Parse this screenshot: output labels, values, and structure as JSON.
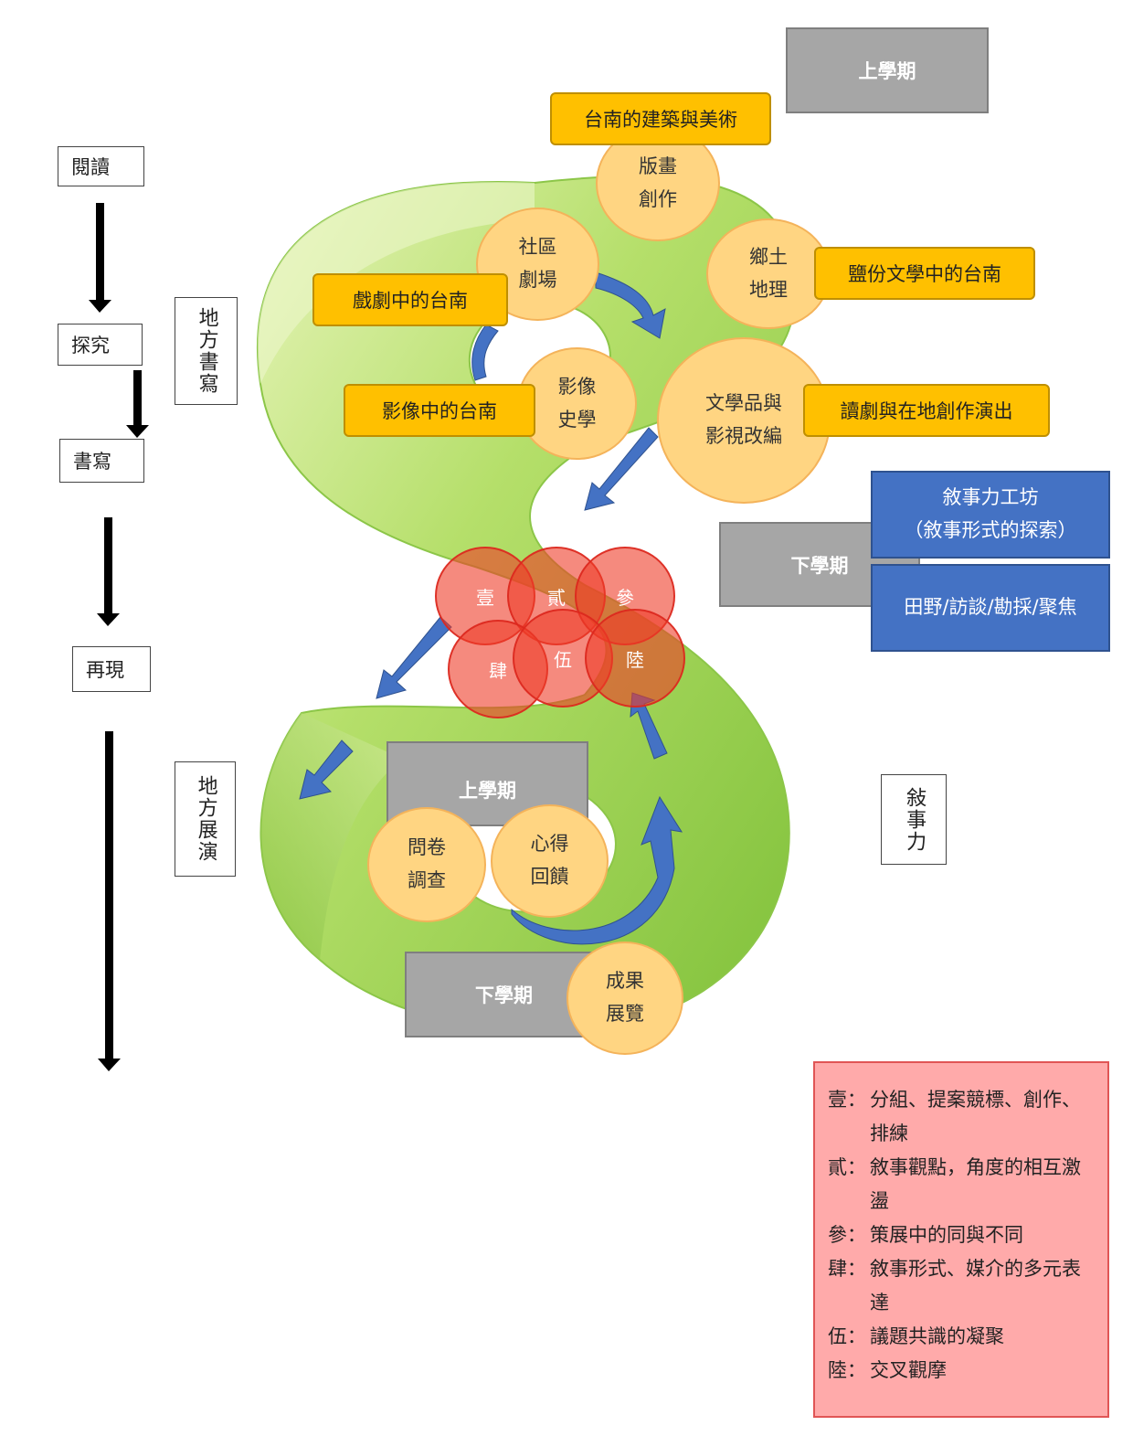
{
  "left_flow": [
    "閱讀",
    "探究",
    "書寫",
    "再現"
  ],
  "vertical_labels": {
    "local_writing": "地方書寫",
    "local_performance": "地方展演",
    "narrative_power": "敍事力"
  },
  "semester": {
    "first_top": "上學期",
    "second_right": "下學期",
    "first_bottom": "上學期",
    "second_bottom": "下學期"
  },
  "tags": {
    "architecture": "台南的建築與美術",
    "salt_literature": "鹽份文學中的台南",
    "drama": "戲劇中的台南",
    "image": "影像中的台南",
    "reading_drama": "讀劇與在地創作演出"
  },
  "circles": {
    "printmaking": "版畫\n創作",
    "community_theater": "社區\n劇場",
    "geography": "鄉土\n地理",
    "image_history": "影像\n史學",
    "literature_adapt": "文學品與\n影視改編",
    "survey": "問卷\n調查",
    "feedback": "心得\n回饋",
    "exhibition": "成果\n展覽"
  },
  "workshop": {
    "title": "敘事力工坊",
    "subtitle": "（敘事形式的探索）",
    "field": "田野/訪談/勘採/聚焦"
  },
  "numerals": [
    "壹",
    "貳",
    "參",
    "肆",
    "伍",
    "陸"
  ],
  "legend": [
    {
      "k": "壹：",
      "v": "分組、提案競標、創作、排練"
    },
    {
      "k": "貳：",
      "v": "敘事觀點，角度的相互激盪"
    },
    {
      "k": "參：",
      "v": "策展中的同與不同"
    },
    {
      "k": "肆：",
      "v": "敘事形式、媒介的多元表達"
    },
    {
      "k": "伍：",
      "v": "議題共識的凝聚"
    },
    {
      "k": "陸：",
      "v": "交叉觀摩"
    }
  ],
  "colors": {
    "ribbon": "#a6d65a",
    "tag": "#ffc000",
    "circle": "#ffd582",
    "blue": "#4472c4",
    "legend": "#ffaaaa",
    "red": "#ee3c28"
  }
}
